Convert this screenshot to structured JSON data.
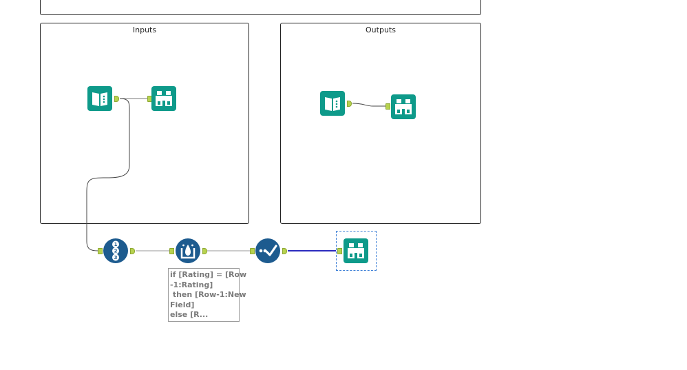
{
  "canvas": {
    "containers": {
      "inputs_title": "Inputs",
      "outputs_title": "Outputs"
    },
    "annotation": {
      "text": "if [Rating] = [Row\n-1:Rating]\n then [Row-1:New\nField]\nelse [R..."
    },
    "tools": {
      "inputs_input": "input-data-tool",
      "inputs_browse": "browse-tool",
      "outputs_input": "input-data-tool",
      "outputs_browse": "browse-tool",
      "record_id": "record-id-tool",
      "multi_row_formula": "multi-row-formula-tool",
      "select": "select-tool",
      "final_browse": "browse-tool"
    },
    "colors": {
      "teal": "#0e9a8a",
      "navy": "#1d5b8f",
      "anchor": "#b7d24f",
      "selected_wire": "#2b2bbf"
    }
  }
}
